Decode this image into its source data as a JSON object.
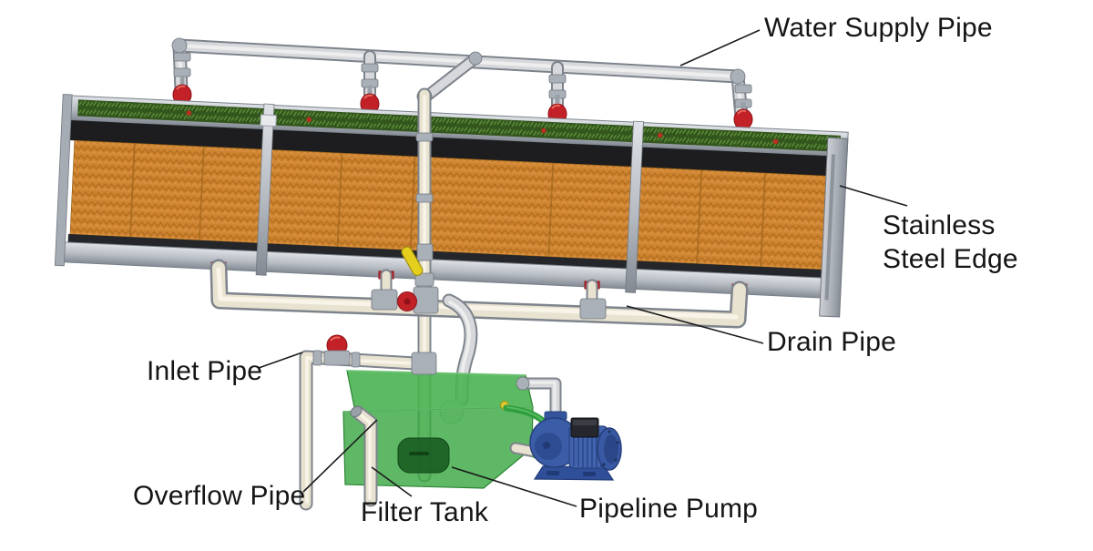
{
  "labels": {
    "water_supply_pipe": "Water Supply Pipe",
    "stainless_steel_edge": "Stainless Steel Edge",
    "drain_pipe": "Drain Pipe",
    "inlet_pipe": "Inlet Pipe",
    "overflow_pipe": "Overflow Pipe",
    "filter_tank": "Filter Tank",
    "pipeline_pump": "Pipeline Pump"
  },
  "colors": {
    "pad_media_orange": "#cd8330",
    "pad_top_band_black": "#1d1d20",
    "pad_frame_silver": "#b6bbc2",
    "pad_top_green": "#33561e",
    "valve_red": "#c52127",
    "valve_yellow": "#e5cf1e",
    "tank_green": "#3aa843",
    "pump_blue": "#3b5da7",
    "hose_green": "#2f9e3f",
    "supply_pipe_grey": "#d6d8db",
    "drain_pipe_cream": "#e8e2d1",
    "label_text": "#151515",
    "background": "#ffffff"
  }
}
